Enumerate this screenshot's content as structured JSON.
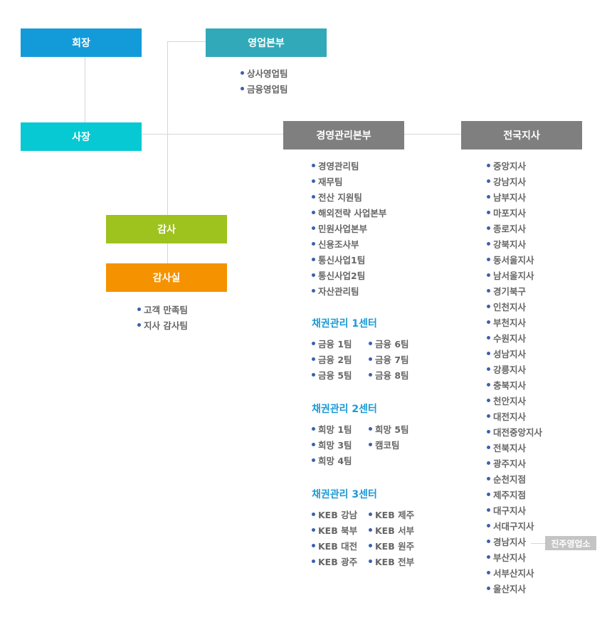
{
  "chairman": "회장",
  "president": "사장",
  "audit": "감사",
  "audit_office": "감사실",
  "sales_hq": {
    "title": "영업본부",
    "teams": [
      "상사영업팀",
      "금융영업팀"
    ]
  },
  "audit_teams": [
    "고객 만족팀",
    "지사 감사팀"
  ],
  "mgmt_hq": {
    "title": "경영관리본부",
    "teams": [
      "경영관리팀",
      "재무팀",
      "전산 지원팀",
      "해외전략 사업본부",
      "민원사업본부",
      "신용조사부",
      "통신사업1팀",
      "통신사업2팀",
      "자산관리팀"
    ]
  },
  "centers": [
    {
      "title": "채권관리 1센터",
      "teams": [
        "금융 1팀",
        "금융 6팀",
        "금융 2팀",
        "금융 7팀",
        "금융 5팀",
        "금융 8팀"
      ]
    },
    {
      "title": "채권관리 2센터",
      "teams": [
        "희망 1팀",
        "희망 5팀",
        "희망 3팀",
        "캠코팀",
        "희망 4팀"
      ]
    },
    {
      "title": "채권관리 3센터",
      "teams": [
        "KEB 강남",
        "KEB 제주",
        "KEB 북부",
        "KEB 서부",
        "KEB 대전",
        "KEB 원주",
        "KEB 광주",
        "KEB 전부"
      ]
    }
  ],
  "branches": {
    "title": "전국지사",
    "items": [
      "중앙지사",
      "강남지사",
      "남부지사",
      "마포지사",
      "종로지사",
      "강북지사",
      "동서울지사",
      "남서울지사",
      "경기북구",
      "인천지사",
      "부천지사",
      "수원지사",
      "성남지사",
      "강릉지사",
      "충북지사",
      "천안지사",
      "대전지사",
      "대전중앙지사",
      "전북지사",
      "광주지사",
      "순천지점",
      "제주지점",
      "대구지사",
      "서대구지사",
      "경남지사",
      "부산지사",
      "서부산지사",
      "울산지사"
    ],
    "sub_office": "진주영업소"
  },
  "colors": {
    "chairman": "#139bd9",
    "president": "#06c9d4",
    "sales": "#31a9b8",
    "mgmt": "#7f7f7f",
    "audit": "#9ec21e",
    "audit_office": "#f59200"
  }
}
